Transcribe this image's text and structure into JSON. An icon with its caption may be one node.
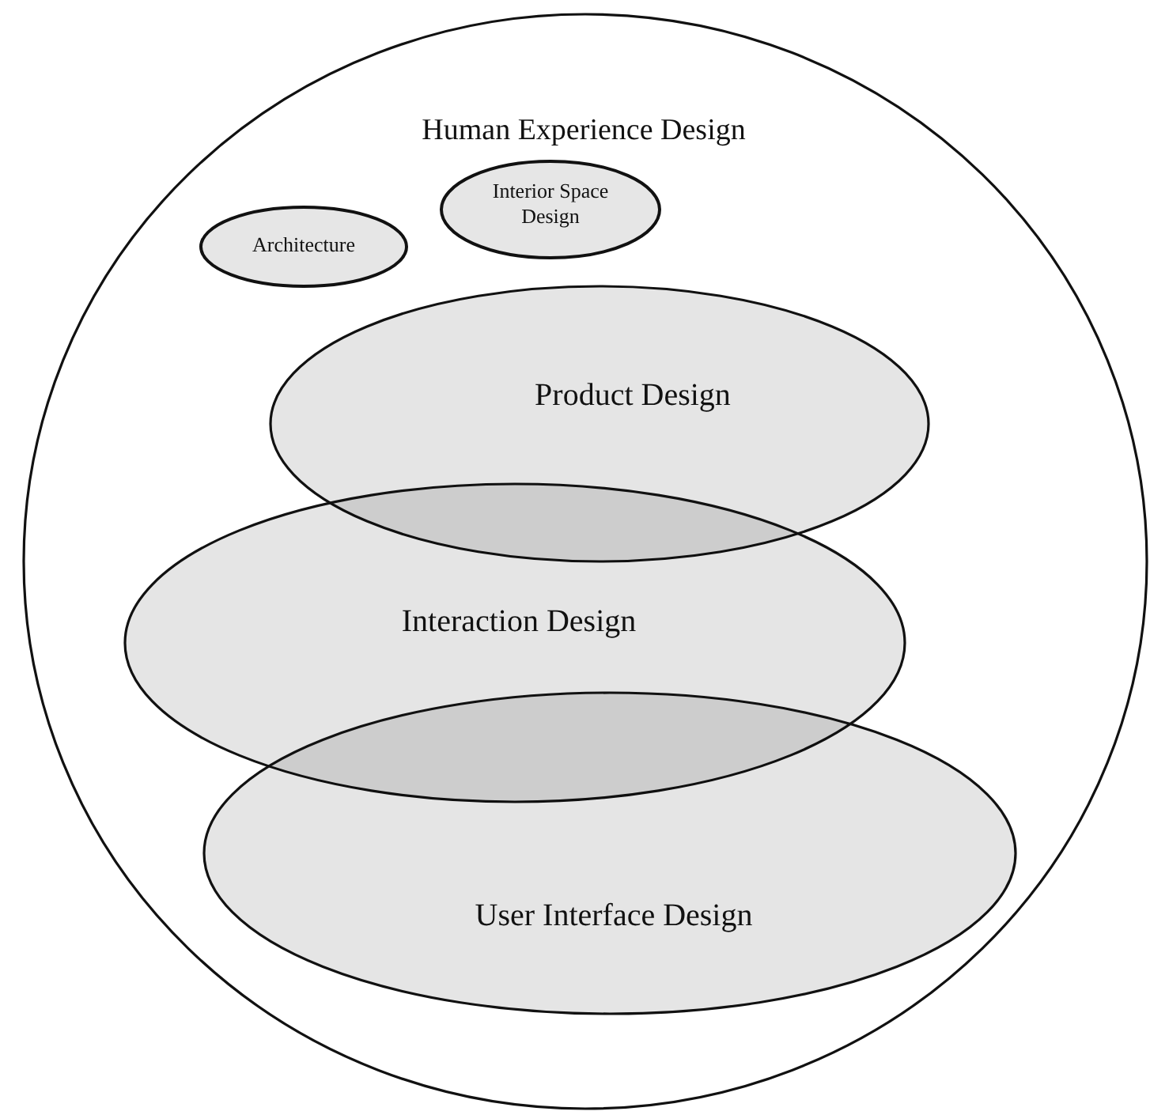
{
  "diagram": {
    "nodes": [
      {
        "text": [
          "Human Experience Design"
        ]
      },
      {
        "text": [
          "Architecture"
        ],
        "in": 0
      },
      {
        "text": [
          "Interior Space Design"
        ],
        "in": 0
      },
      {
        "text": [
          "Product Design"
        ],
        "in": 0
      },
      {
        "text": [
          "Interaction Design"
        ],
        "in": 0
      },
      {
        "text": [
          "User Interface Design"
        ],
        "in": 0
      }
    ]
  }
}
